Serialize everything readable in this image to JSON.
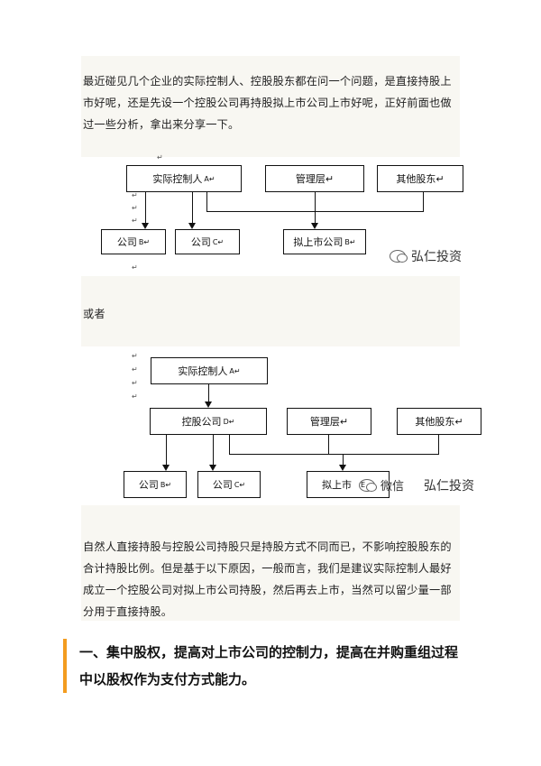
{
  "intro": "最近碰见几个企业的实际控制人、控股股东都在问一个问题，是直接持股上市好呢，还是先设一个控股公司再持股拟上市公司上市好呢，正好前面也做过一些分析，拿出来分享一下。",
  "return_mark": "↵",
  "diagram1": {
    "controller": "实际控制人",
    "controller_tag": "A↵",
    "management": "管理层↵",
    "other_shareholders": "其他股东↵",
    "company_b": "公司",
    "company_b_tag": "B↵",
    "company_c": "公司",
    "company_c_tag": "C↵",
    "ipo_company": "拟上市公司",
    "ipo_company_tag": "B↵",
    "watermark": "弘仁投资"
  },
  "or_text": "或者",
  "diagram2": {
    "controller": "实际控制人",
    "controller_tag": "A↵",
    "holding": "控股公司",
    "holding_tag": "D↵",
    "management": "管理层↵",
    "other_shareholders": "其他股东↵",
    "company_b": "公司",
    "company_b_tag": "B↵",
    "company_c": "公司",
    "company_c_tag": "C↵",
    "ipo_company": "拟上市",
    "ipo_company_tag": "E",
    "watermark_wechat": "微信",
    "watermark": "弘仁投资"
  },
  "conclusion": "自然人直接持股与控股公司持股只是持股方式不同而已，不影响控股股东的合计持股比例。但是基于以下原因，一般而言，我们是建议实际控制人最好成立一个控股公司对拟上市公司持股，然后再去上市，当然可以留少量一部分用于直接持股。",
  "heading": "一、集中股权，提高对上市公司的控制力，提高在并购重组过程中以股权作为支付方式能力。",
  "colors": {
    "accent": "#f39c1f",
    "band": "#f8f7f2"
  }
}
